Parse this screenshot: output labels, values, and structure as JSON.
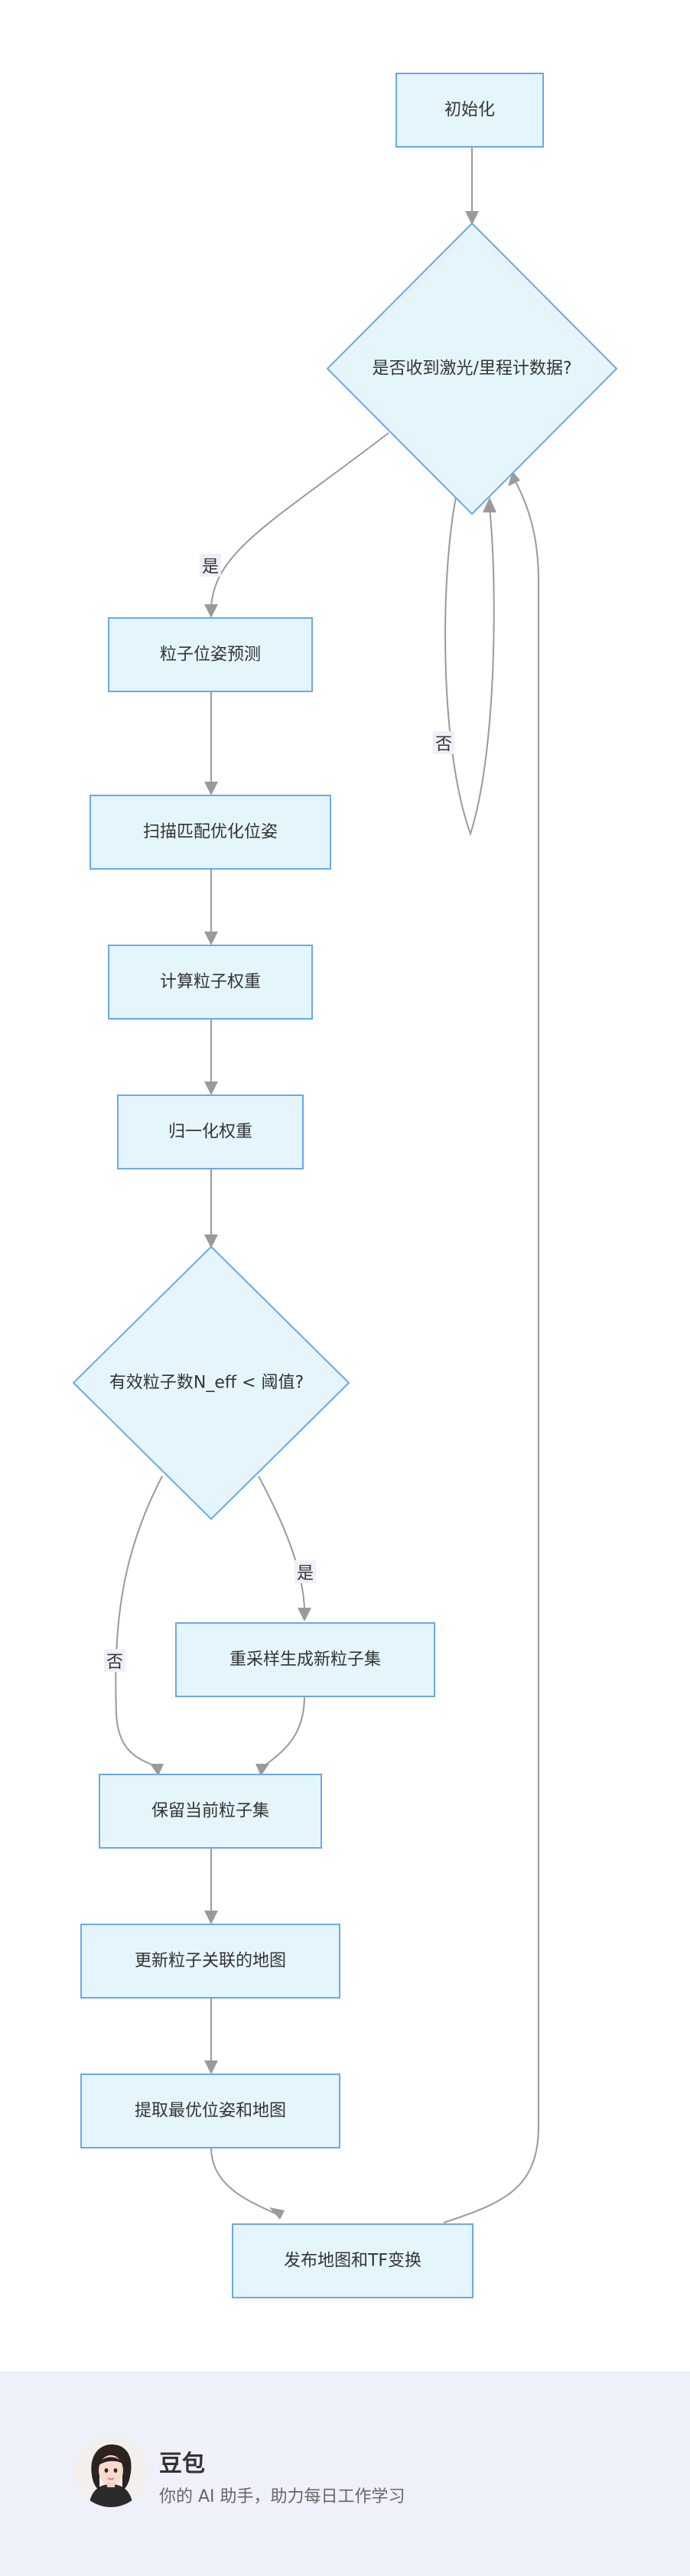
{
  "diagram": {
    "nodes": {
      "init": "初始化",
      "check_data": "是否收到激光/里程计数据?",
      "predict": "粒子位姿预测",
      "scan_match": "扫描匹配优化位姿",
      "weights": "计算粒子权重",
      "normalize": "归一化权重",
      "neff_check": "有效粒子数N_eff < 阈值?",
      "resample": "重采样生成新粒子集",
      "keep": "保留当前粒子集",
      "update_map": "更新粒子关联的地图",
      "extract": "提取最优位姿和地图",
      "publish": "发布地图和TF变换"
    },
    "edge_labels": {
      "data_yes": "是",
      "data_no": "否",
      "neff_yes": "是",
      "neff_no": "否"
    }
  },
  "footer": {
    "brand_name": "豆包",
    "tagline": "你的 AI 助手，助力每日工作学习"
  }
}
